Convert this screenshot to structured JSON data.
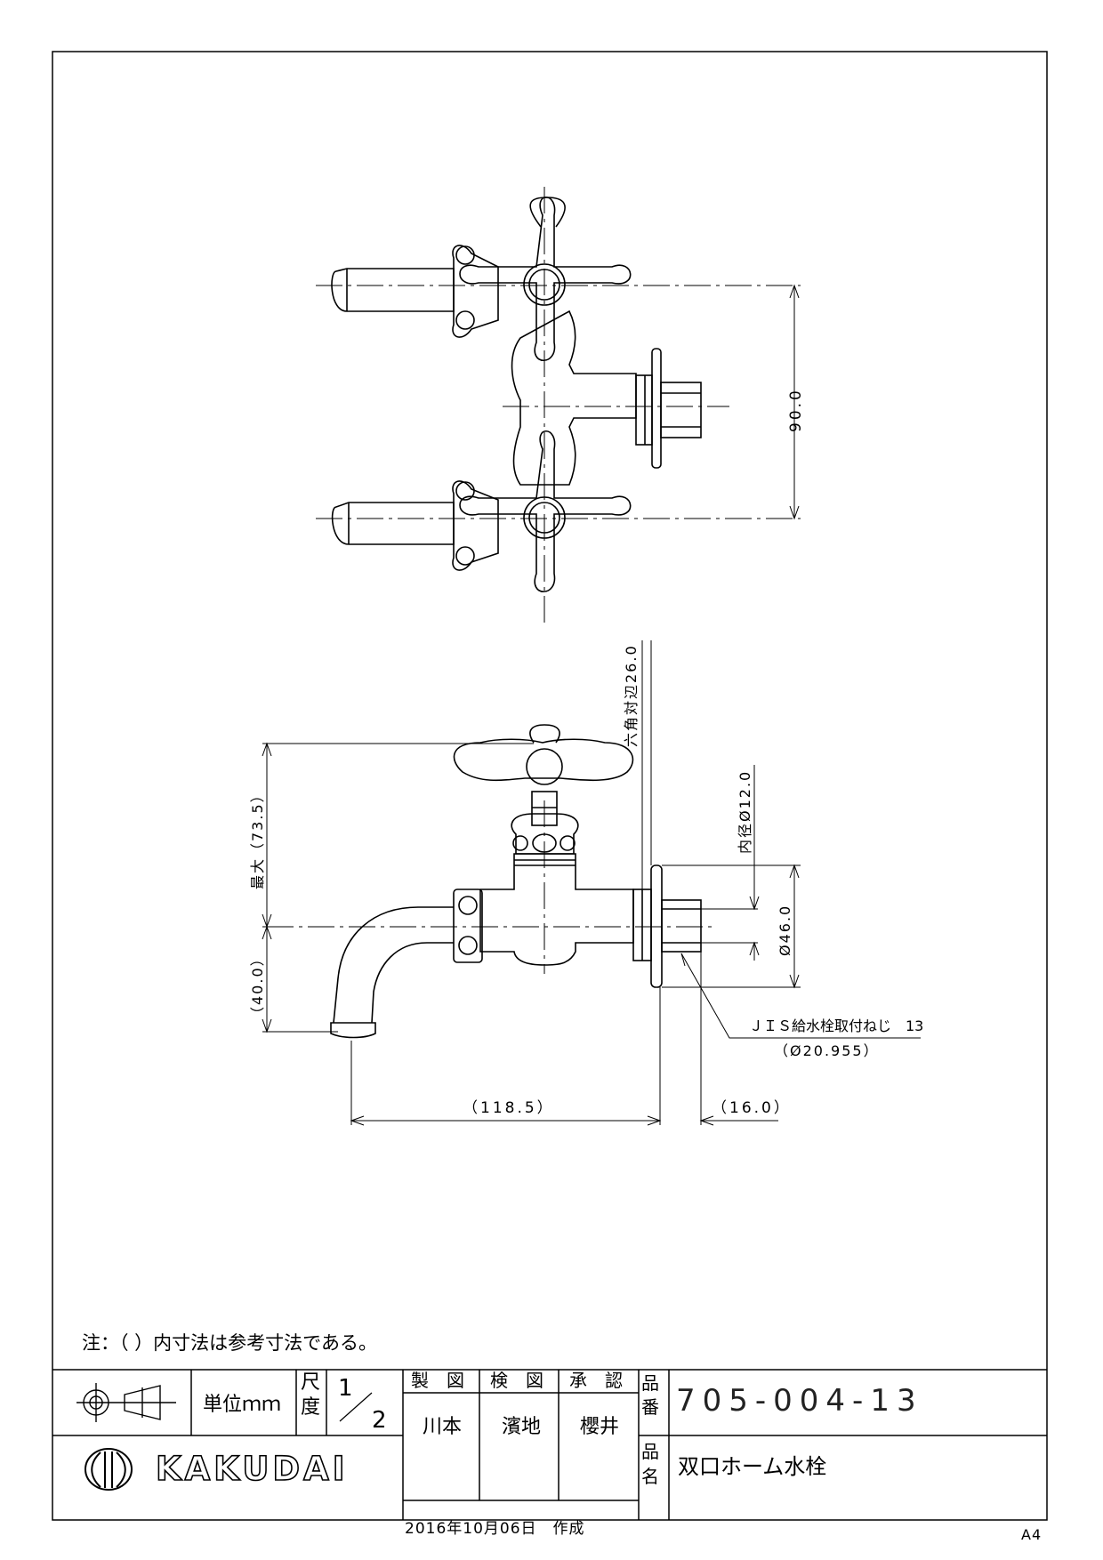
{
  "note": "注：（ ）内寸法は参考寸法である。",
  "sheet_size": "A4",
  "title_block": {
    "unit_label": "単位ｍｍ",
    "scale_label_1": "尺",
    "scale_label_2": "度",
    "scale_numerator": "1",
    "scale_denominator": "2",
    "headers": [
      "製　図",
      "検　図",
      "承　認"
    ],
    "names": [
      "川本",
      "濱地",
      "櫻井"
    ],
    "date": "2016年10月06日　作成",
    "part_number_label": [
      "品",
      "番"
    ],
    "part_number": "705-004-13",
    "part_name_label": [
      "品",
      "名"
    ],
    "part_name": "双口ホーム水栓",
    "brand": "KAKUDAI"
  },
  "dimensions": {
    "top_height": "90.0",
    "hex_width": "六角対辺26.0",
    "max_height": "最大（73.5）",
    "spout_height": "（40.0）",
    "inner_dia": "内径Ø12.0",
    "flange_dia": "Ø46.0",
    "thread_label": "ＪＩＳ給水栓取付ねじ　13",
    "thread_dia": "（Ø20.955）",
    "length": "（118.5）",
    "thread_len": "（16.0）"
  }
}
